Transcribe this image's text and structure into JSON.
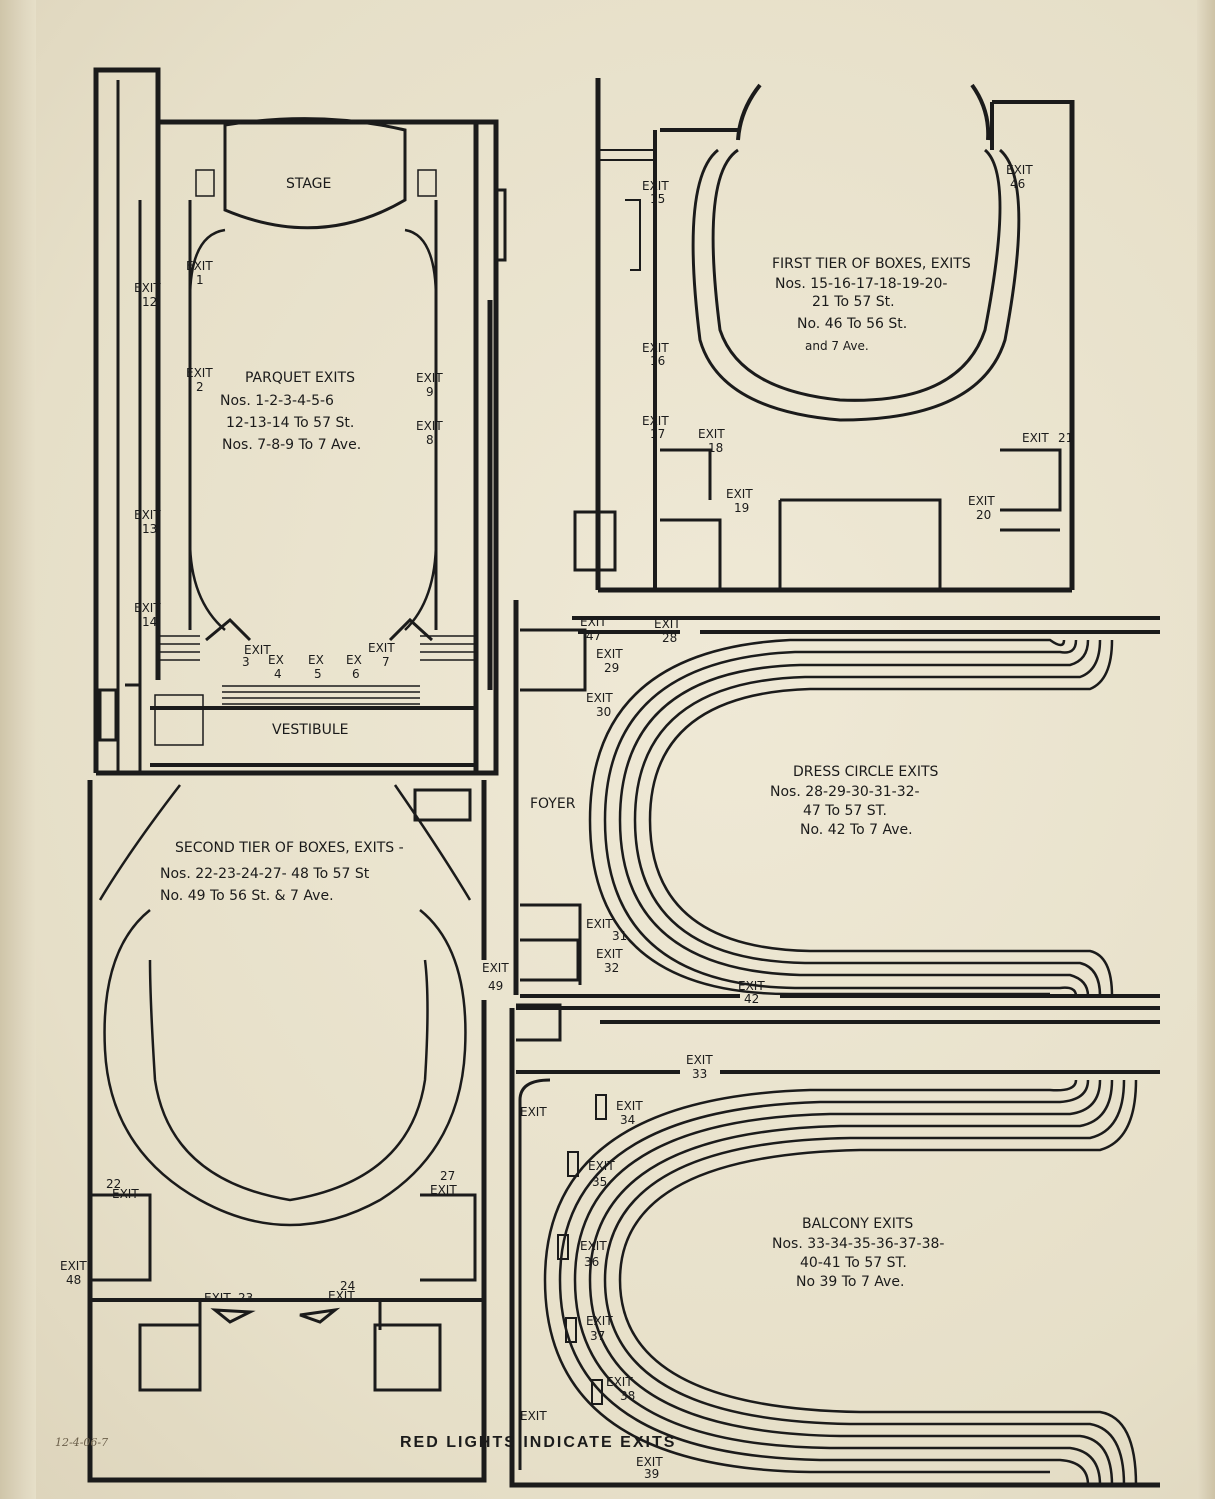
{
  "footer": "RED LIGHTS INDICATE EXITS",
  "archive_note": "12-4-06-7",
  "panels": {
    "parquet": {
      "stage": "STAGE",
      "vestibule": "VESTIBULE",
      "title": "PARQUET EXITS",
      "lines": [
        "Nos. 1-2-3-4-5-6",
        "12-13-14 To 57 St.",
        "Nos. 7-8-9 To 7 Ave."
      ]
    },
    "first_tier": {
      "title": "FIRST TIER OF BOXES, EXITS",
      "lines": [
        "Nos. 15-16-17-18-19-20-",
        "21 To 57 St.",
        "No. 46 To 56 St.",
        "and 7 Ave."
      ]
    },
    "dress_circle": {
      "foyer": "FOYER",
      "title": "DRESS CIRCLE EXITS",
      "lines": [
        "Nos. 28-29-30-31-32-",
        "47 To 57 ST.",
        "No. 42 To 7 Ave."
      ]
    },
    "second_tier": {
      "title": "SECOND TIER OF BOXES, EXITS -",
      "lines": [
        "Nos. 22-23-24-27- 48 To 57 St",
        "No. 49 To 56 St. & 7 Ave."
      ]
    },
    "balcony": {
      "title": "BALCONY EXITS",
      "lines": [
        "Nos. 33-34-35-36-37-38-",
        "40-41 To 57 ST.",
        "No 39 To 7 Ave."
      ]
    }
  },
  "exit_word": "EXIT",
  "ex_word": "EX",
  "exits": {
    "e1": "1",
    "e2": "2",
    "e3": "3",
    "e4": "4",
    "e5": "5",
    "e6": "6",
    "e7": "7",
    "e8": "8",
    "e9": "9",
    "e12": "12",
    "e13": "13",
    "e14": "14",
    "e15": "15",
    "e16": "16",
    "e17": "17",
    "e18": "18",
    "e19": "19",
    "e20": "20",
    "e21": "21",
    "e22": "22",
    "e23": "23",
    "e24": "24",
    "e27": "27",
    "e28": "28",
    "e29": "29",
    "e30": "30",
    "e31": "31",
    "e32": "32",
    "e33": "33",
    "e34": "34",
    "e35": "35",
    "e36": "36",
    "e37": "37",
    "e38": "38",
    "e39": "39",
    "e42": "42",
    "e46": "46",
    "e47": "47",
    "e48": "48",
    "e49": "49"
  }
}
